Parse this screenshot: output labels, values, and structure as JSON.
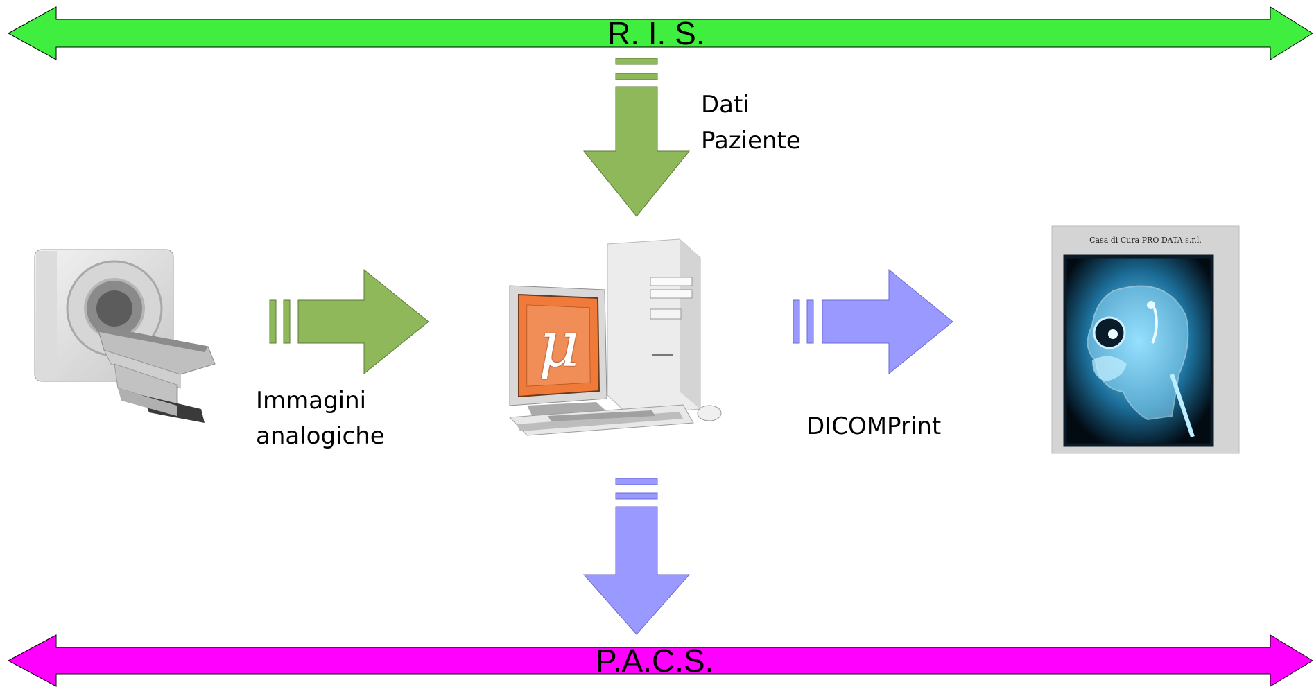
{
  "colors": {
    "ris_bus": "#3fee3f",
    "pacs_bus": "#ff00ff",
    "input_arrow": "#8fb85a",
    "output_arrow": "#9999ff"
  },
  "buses": {
    "ris": "R. I. S.",
    "pacs": "P.A.C.S."
  },
  "labels": {
    "dati_line1": "Dati",
    "dati_line2": "Paziente",
    "immagini_line1": "Immagini",
    "immagini_line2": "analogiche",
    "dicomprint": "DICOMPrint"
  },
  "film": {
    "header": "Casa di Cura PRO DATA s.r.l."
  },
  "icons": {
    "scanner": "ct-scanner-icon",
    "computer": "workstation-icon",
    "film": "xray-film-icon",
    "logo": "mu-logo-icon"
  }
}
